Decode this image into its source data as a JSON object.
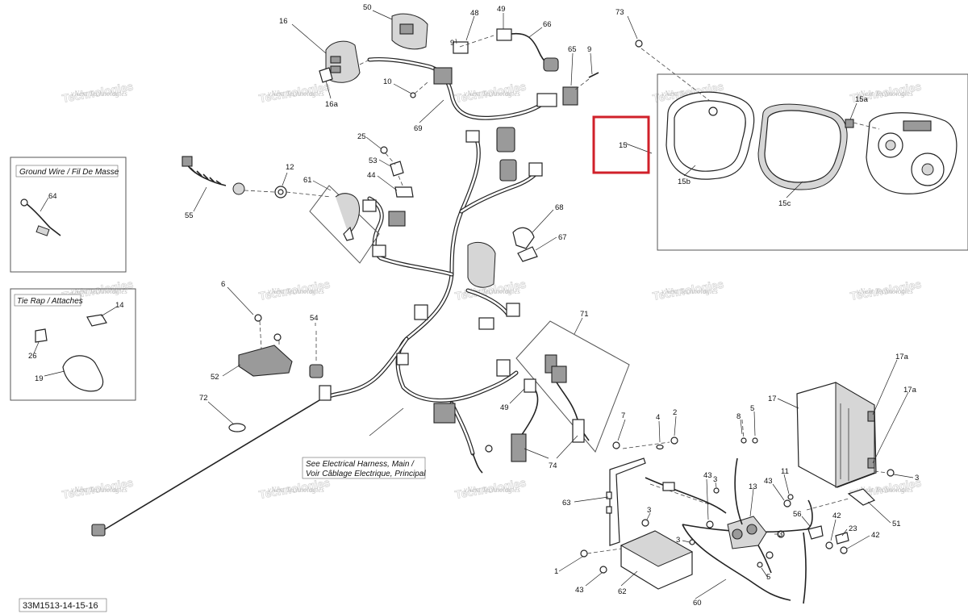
{
  "reference_code": "33M1513-14-15-16",
  "insets": {
    "ground_wire": {
      "title": "Ground Wire / Fil De Masse",
      "callouts": [
        "64"
      ]
    },
    "tie_rap": {
      "title": "Tie Rap / Attaches",
      "callouts": [
        "14",
        "26",
        "19"
      ]
    }
  },
  "note": {
    "line1": "See Electrical Harness, Main /",
    "line2": "Voir Câblage Electrique, Principal"
  },
  "watermark": {
    "small": "vNext Technologies",
    "big": "Technologies"
  },
  "highlight": {
    "color": "#d0202a",
    "callout": "15"
  },
  "callouts": {
    "c50": "50",
    "c48": "48",
    "c49a": "49",
    "c66": "66",
    "c16": "16",
    "c9a": "9",
    "c16a": "16a",
    "c10": "10",
    "c69": "69",
    "c65": "65",
    "c9b": "9",
    "c73": "73",
    "c15": "15",
    "c15a": "15a",
    "c15b": "15b",
    "c15c": "15c",
    "c25": "25",
    "c53": "53",
    "c44": "44",
    "c12": "12",
    "c61": "61",
    "c55": "55",
    "c68": "68",
    "c67": "67",
    "c6": "6",
    "c54": "54",
    "c52": "52",
    "c72": "72",
    "c71": "71",
    "c49b": "49",
    "c74": "74",
    "c7": "7",
    "c4": "4",
    "c2": "2",
    "c8": "8",
    "c5a": "5",
    "c17": "17",
    "c17a_top": "17a",
    "c17a_bot": "17a",
    "c63": "63",
    "c43a": "43",
    "c3a": "3",
    "c13": "13",
    "c43b": "43",
    "c11": "11",
    "c3b": "3",
    "c56": "56",
    "c51": "51",
    "c42a": "42",
    "c23": "23",
    "c42b": "42",
    "c3c": "3",
    "c3d": "3",
    "c1": "1",
    "c3e": "3",
    "c5b": "5",
    "c43c": "43",
    "c62": "62",
    "c60": "60"
  }
}
